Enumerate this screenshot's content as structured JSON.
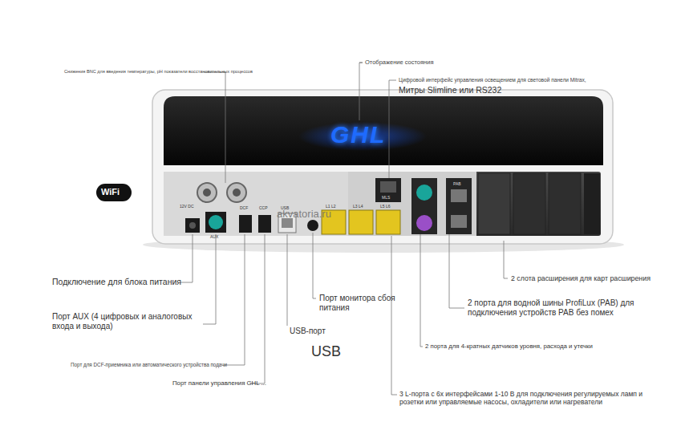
{
  "diagram": {
    "labels": [
      "Снижения BNC для введения температуры, pH показатели восстановительных процессов",
      "Отображение состояния",
      "Цифровой интерфейс управления освещением для световой панели Mitrax,",
      "Митры Slimline или RS232",
      "WiFi",
      "Подключение для блока питания",
      "Порт AUX (4 цифровых и аналоговых входа и выхода)",
      "Порт для DCF-приемника или автоматического устройства подачи",
      "Порт панели управления GHL ...",
      "USB-порт",
      "USB",
      "Порт монитора сбоя питания",
      "2 слота расширения для карт расширения",
      "2 порта для водной шины ProfiLux (PAB) для подключения устройств PAB без помех",
      "2 порта для 4-кратных датчиков уровня, расхода и утечки",
      "3 L-порта с 6х интерфейсами 1-10 В для подключения регулируемых ламп и розетки или управляемые насосы, охладители или нагреватели",
      "akvatoria.ru",
      "12V DC",
      "AUX",
      "DCF",
      "CCP",
      "USB",
      "L1 L2",
      "L3 L4",
      "L5 L6",
      "MLS",
      "PAB",
      "GHL"
    ]
  }
}
